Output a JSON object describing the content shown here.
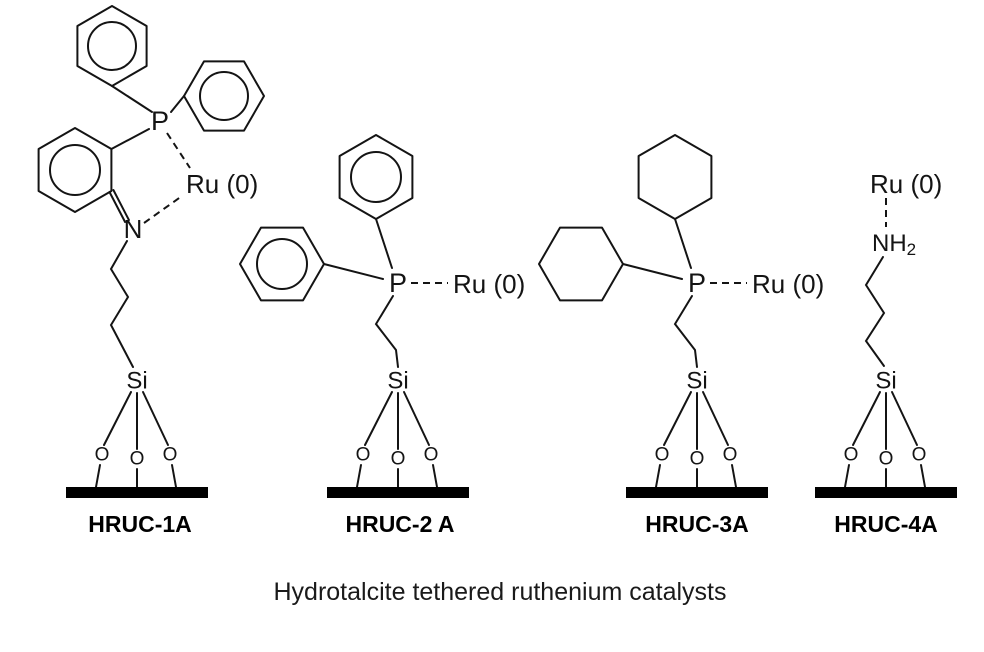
{
  "caption": "Hydrotalcite tethered ruthenium catalysts",
  "atoms": {
    "ru": "Ru (0)",
    "p": "P",
    "si": "Si",
    "n": "N",
    "nh": "NH",
    "nh_subscript": "2",
    "o": "O"
  },
  "labels": {
    "s1": "HRUC-1A",
    "s2": "HRUC-2 A",
    "s3": "HRUC-3A",
    "s4": "HRUC-4A"
  }
}
